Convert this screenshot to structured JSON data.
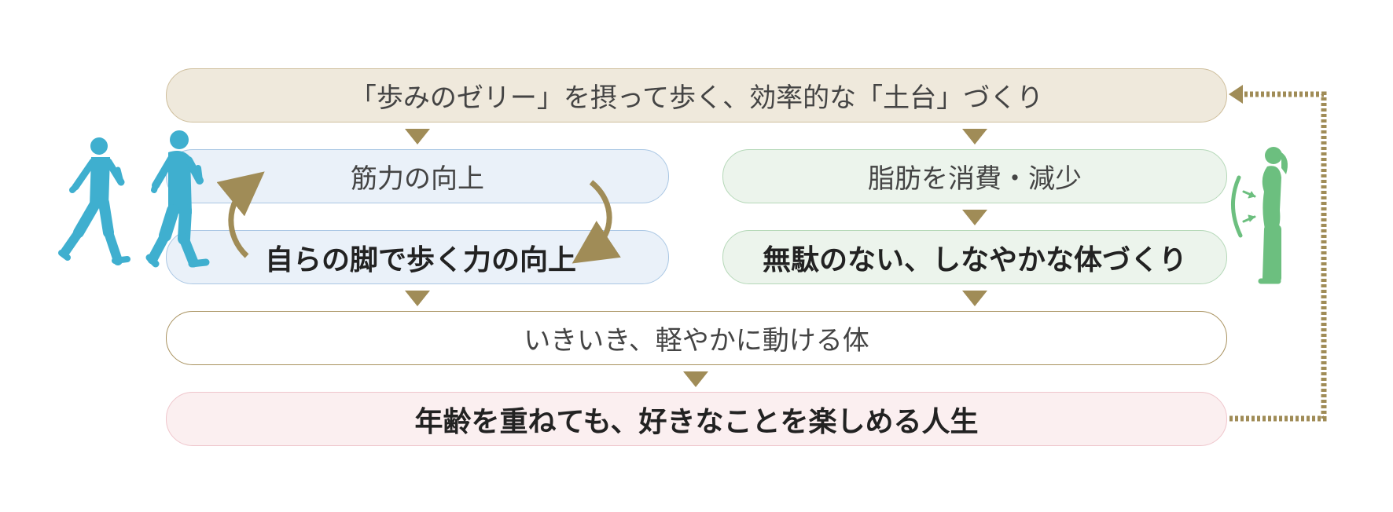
{
  "diagram": {
    "top_box": "「歩みのゼリー」を摂って歩く、効率的な「土台」づくり",
    "muscle": {
      "upper": "筋力の向上",
      "lower": "自らの脚で歩く力の向上"
    },
    "fat": {
      "upper": "脂肪を消費・減少",
      "lower": "無駄のない、しなやかな体づくり"
    },
    "body_box": "いきいき、軽やかに動ける体",
    "life_box": "年齢を重ねても、好きなことを楽しめる人生"
  },
  "colors": {
    "arrow_gold": "#a08c57",
    "walker_blue": "#3fafcf",
    "woman_green": "#6cbf7f",
    "top_fill": "#efe9dc",
    "muscle_fill": "#eaf1f9",
    "fat_fill": "#ecf4ec",
    "life_fill": "#fbeff0"
  },
  "icons": [
    "walking-man-icon",
    "walking-man-icon",
    "standing-woman-icon",
    "cycle-arrow-icon",
    "feedback-loop-arrow-icon"
  ]
}
